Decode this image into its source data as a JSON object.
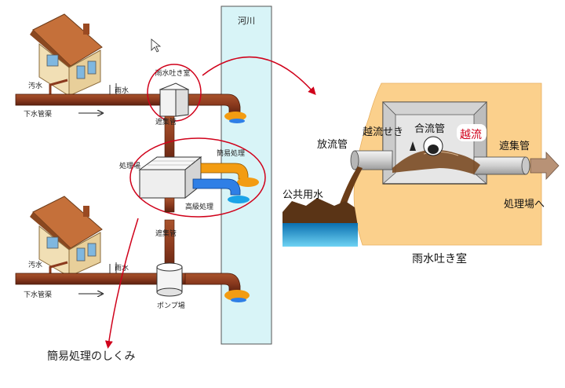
{
  "labels": {
    "river": "河川",
    "sewage_top": "汚水",
    "rain_top": "雨水",
    "sewer_pipe_top": "下水管渠",
    "outfall_chamber": "雨水吐き室",
    "interceptor_top": "遮集管",
    "simple_treatment": "簡易処理",
    "treatment_plant": "処理場",
    "advanced_treatment": "高級処理",
    "sewage_bottom": "汚水",
    "rain_bottom": "雨水",
    "sewer_pipe_bottom": "下水管渠",
    "interceptor_bottom": "遮集管",
    "pump_station": "ポンプ場",
    "bottom_caption": "簡易処理のしくみ",
    "detail_discharge_pipe": "放流管",
    "detail_overflow_weir": "越流せき",
    "detail_combined_pipe": "合流管",
    "detail_overflow": "越流",
    "detail_interceptor": "遮集管",
    "detail_public_water": "公共用水",
    "detail_to_plant": "処理場へ",
    "detail_caption": "雨水吐き室"
  },
  "colors": {
    "pipe": "#8b3a1e",
    "pipe_edge": "#4a1a08",
    "river": "#d8f4f7",
    "river_edge": "#555555",
    "highlight_ring": "#d0021b",
    "orange_water": "#f39c12",
    "blue_water": "#2f7fe6",
    "chamber_wall": "#fbd08c",
    "chamber_box": "#e6e6e6",
    "public_water": "#1c8fd0"
  }
}
